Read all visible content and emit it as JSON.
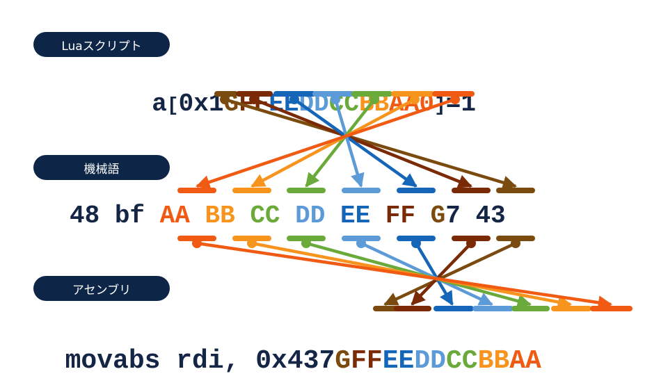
{
  "labels": {
    "lua": "Luaスクリプト",
    "machine": "機械語",
    "asm": "アセンブリ"
  },
  "lua_line": {
    "prefix": "a",
    "open_bracket": "[",
    "hex_prefix": "0x1",
    "digits": [
      "G",
      "F",
      "F",
      "E",
      "E",
      "D",
      "D",
      "C",
      "C",
      "B",
      "B",
      "A",
      "A"
    ],
    "suffix_digit": "0",
    "close_bracket": "]",
    "tail": "=1"
  },
  "machine_line": {
    "lead": [
      "48",
      "bf"
    ],
    "bytes": [
      "AA",
      "BB",
      "CC",
      "DD",
      "EE",
      "FF",
      "G7",
      "43"
    ]
  },
  "asm_line": {
    "prefix": "movabs rdi, 0x437",
    "digits": [
      "G",
      "F",
      "F",
      "E",
      "E",
      "D",
      "D",
      "C",
      "C",
      "B",
      "B",
      "A",
      "A"
    ]
  },
  "colors": {
    "navy": "#152546",
    "G": "#7b4a0f",
    "F": "#7b2a06",
    "E": "#1565b8",
    "D": "#5c9ad8",
    "C": "#6aaa3a",
    "B": "#f7941d",
    "A": "#f05a12"
  }
}
